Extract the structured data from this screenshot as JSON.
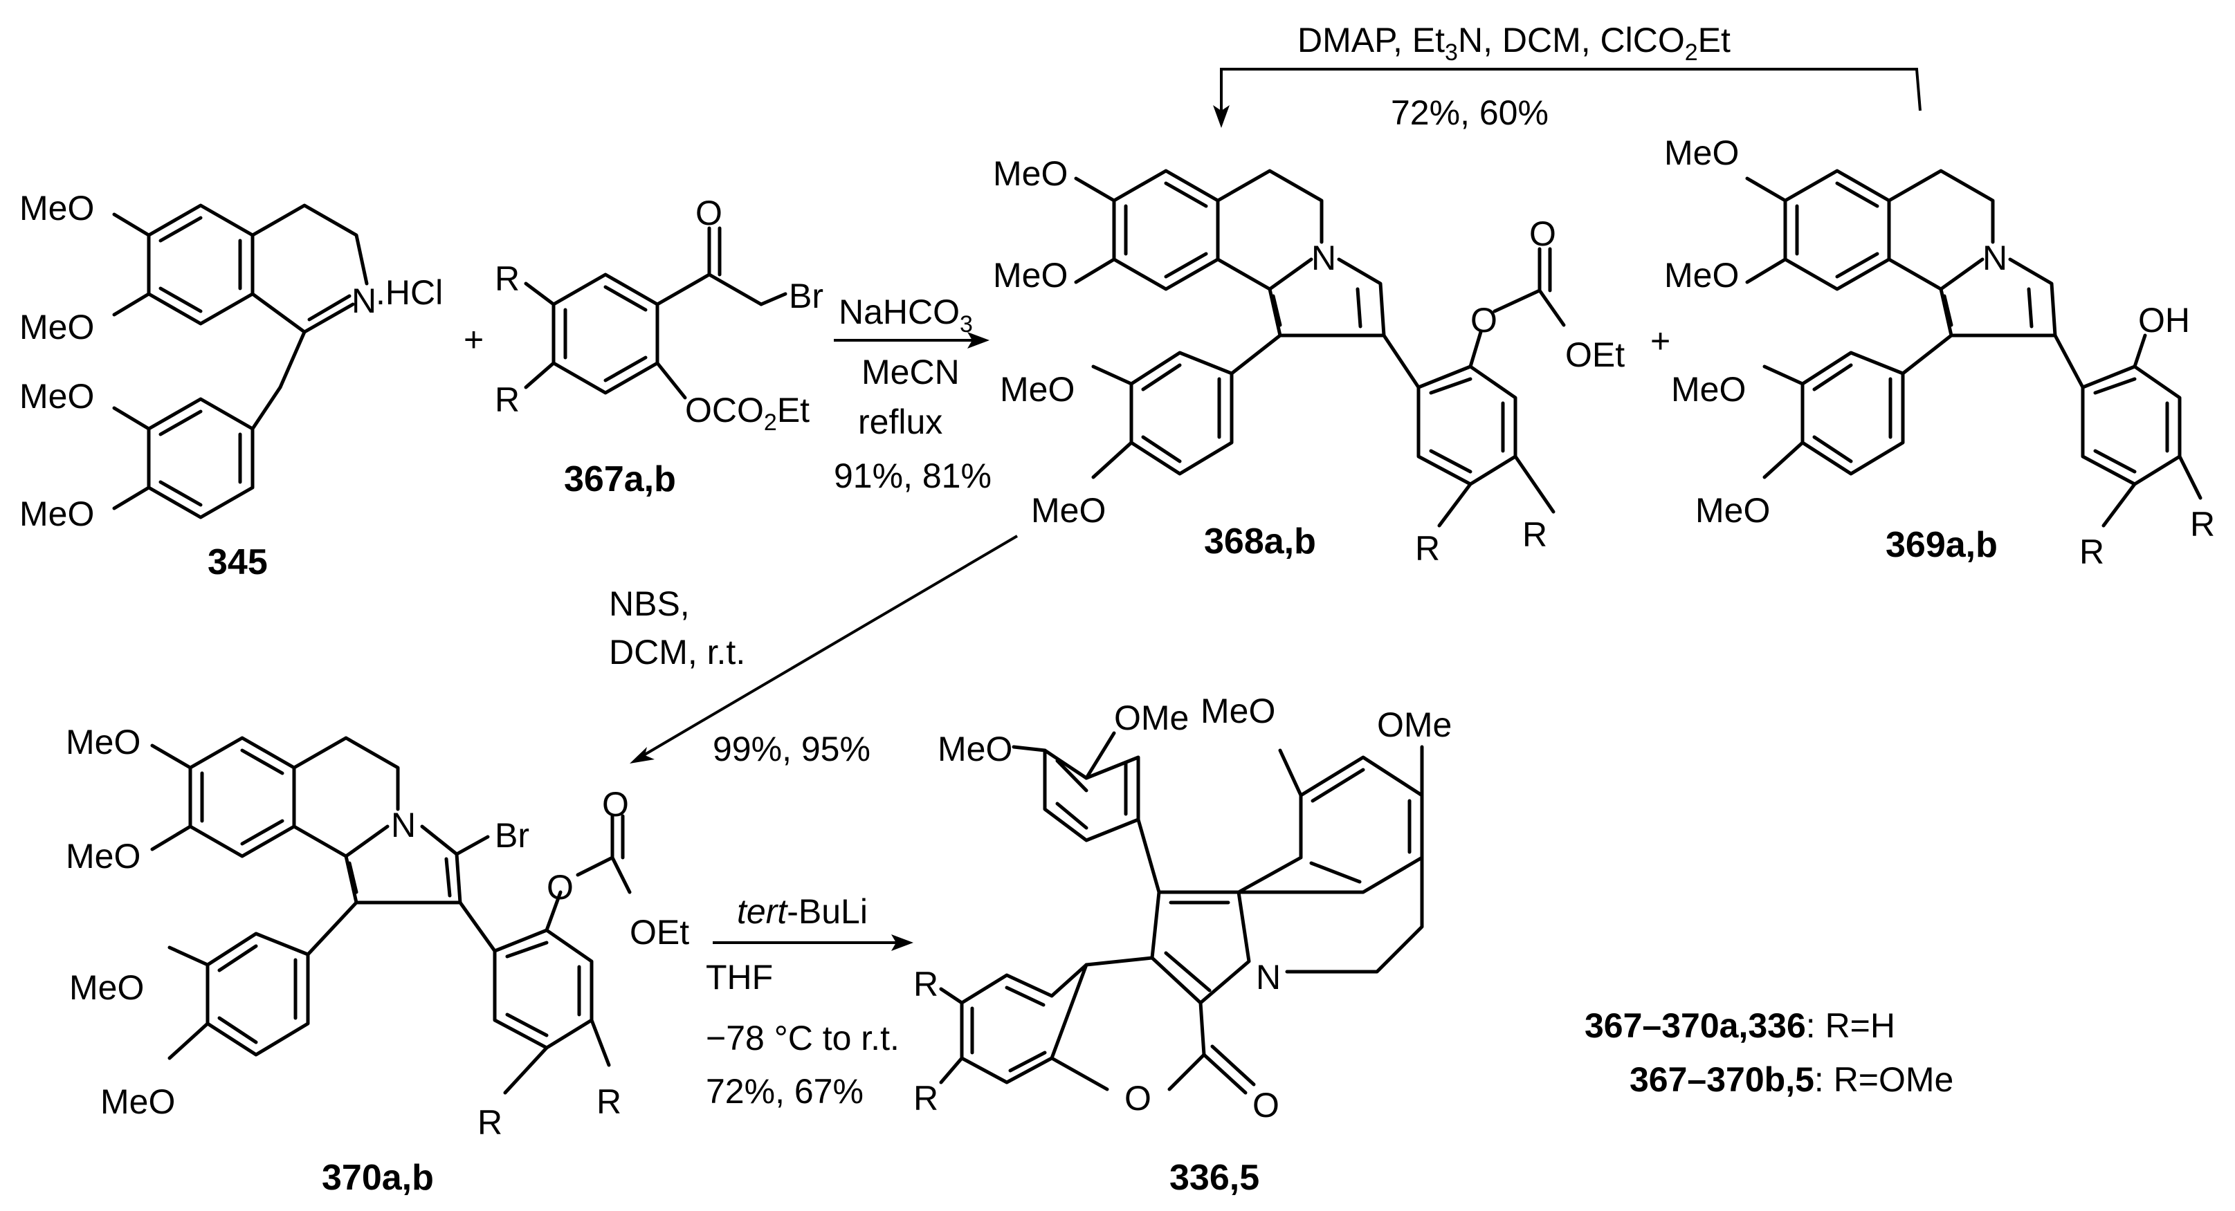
{
  "compounds": {
    "c345": "345",
    "c367": "367a,b",
    "c368": "368a,b",
    "c369": "369a,b",
    "c370": "370a,b",
    "c336": "336,5"
  },
  "groups": {
    "meo": "MeO",
    "ome": "OMe",
    "oet": "OEt",
    "oh": "OH",
    "n": "N",
    "hcl": ".HCl",
    "br": "Br",
    "r": "R",
    "o": "O",
    "oco2et_main": "OCO",
    "oco2et_sub": "2",
    "oco2et_tail": "Et",
    "plus": "+"
  },
  "conditions": {
    "step1": {
      "reagent_main": "NaHCO",
      "reagent_sub": "3",
      "solvent": "MeCN",
      "temp": "reflux",
      "yield": "91%, 81%"
    },
    "step2": {
      "part1": "DMAP,  Et",
      "part1_sub": "3",
      "part2": "N, DCM, ClCO",
      "part2_sub": "2",
      "part3": "Et",
      "yield": "72%, 60%"
    },
    "step3": {
      "reagent": "NBS,",
      "solvent": "DCM, r.t.",
      "yield": "99%, 95%"
    },
    "step4": {
      "reagent_italic": "tert",
      "reagent_rest": "-BuLi",
      "solvent": "THF",
      "temp": "−78 °C to r.t.",
      "yield": "72%, 67%"
    }
  },
  "legend": {
    "line1_bold": "367–370a,336",
    "line1_rest": ": R=H",
    "line2_bold": "367–370b,5",
    "line2_rest": ": R=OMe"
  }
}
